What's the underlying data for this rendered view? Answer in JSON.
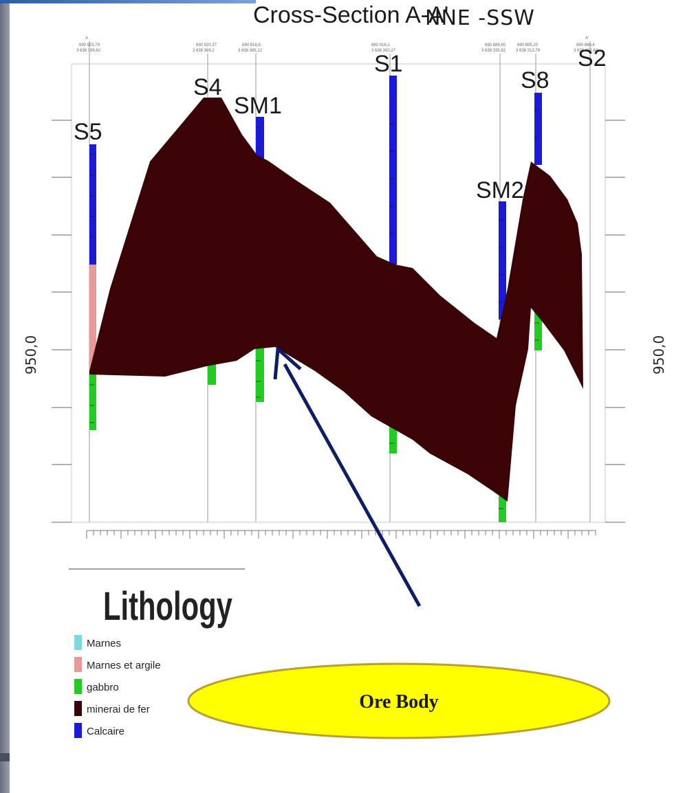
{
  "title": {
    "main": "Cross-Section A-A'",
    "direction": "NNE -SSW"
  },
  "section_ends": {
    "start": "A",
    "end": "A'"
  },
  "header_coords": [
    {
      "easting": "690 923,79",
      "northing": "3 638 389,62"
    },
    {
      "easting": "690 920,37",
      "northing": "3 638 369,2"
    },
    {
      "easting": "690 918,8",
      "northing": "3 638 365,12"
    },
    {
      "easting": "690 916,1",
      "northing": "3 638 350,27"
    },
    {
      "easting": "690 889,60",
      "northing": "3 638 335,82"
    },
    {
      "easting": "690 885,20",
      "northing": "3 638 313,79"
    },
    {
      "easting": "690 880,4",
      "northing": "3 638 308,84"
    }
  ],
  "boreholes": [
    "S5",
    "S4",
    "SM1",
    "S1",
    "SM2",
    "S8",
    "S2"
  ],
  "elevation_label": "950,0",
  "legend": {
    "title": "Lithology",
    "items": [
      {
        "label": "Marnes",
        "color": "#7fd8dc"
      },
      {
        "label": "Marnes et argile",
        "color": "#e79a9a"
      },
      {
        "label": "gabbro",
        "color": "#22cc22"
      },
      {
        "label": "minerai de fer",
        "color": "#3a0406"
      },
      {
        "label": "Calcaire",
        "color": "#1a1ad8"
      }
    ]
  },
  "annotation": {
    "label": "Ore Body"
  },
  "colors": {
    "ore_fill": "#3a0406",
    "ellipse_fill": "#ffff00",
    "arrow": "#0c1f66",
    "left_frame": "#7d8292"
  }
}
